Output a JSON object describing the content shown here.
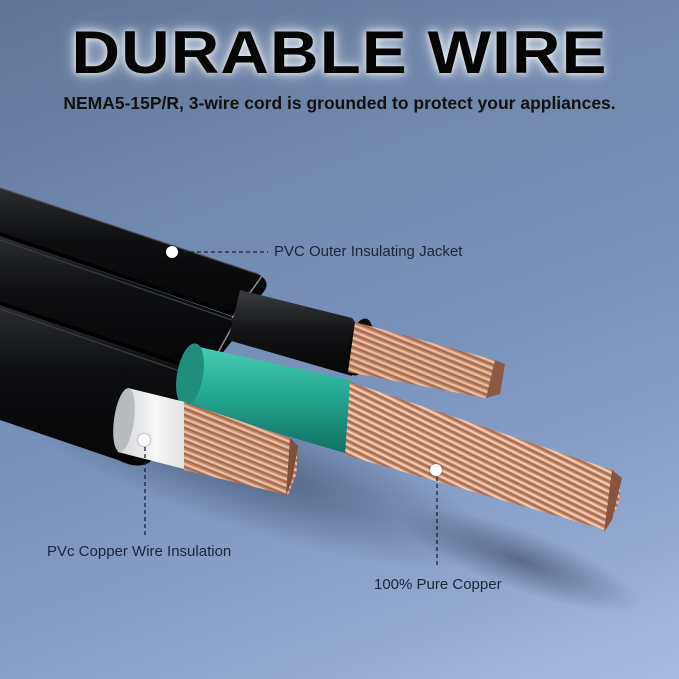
{
  "header": {
    "title": "DURABLE WIRE",
    "subtitle": "NEMA5-15P/R, 3-wire cord is grounded to protect your appliances."
  },
  "callouts": [
    {
      "id": "jacket",
      "label": "PVC Outer Insulating Jacket"
    },
    {
      "id": "insulation",
      "label": "PVc Copper Wire Insulation"
    },
    {
      "id": "copper",
      "label": "100% Pure Copper"
    }
  ],
  "colors": {
    "background": "#7a93bb",
    "jacket": "#111214",
    "ground_insulation": "#2aa893",
    "neutral_insulation": "#f2f2f2",
    "hot_insulation": "#141414",
    "copper": "#c98e6f",
    "callout_dot": "#ffffff",
    "callout_text": "#1a2438"
  }
}
